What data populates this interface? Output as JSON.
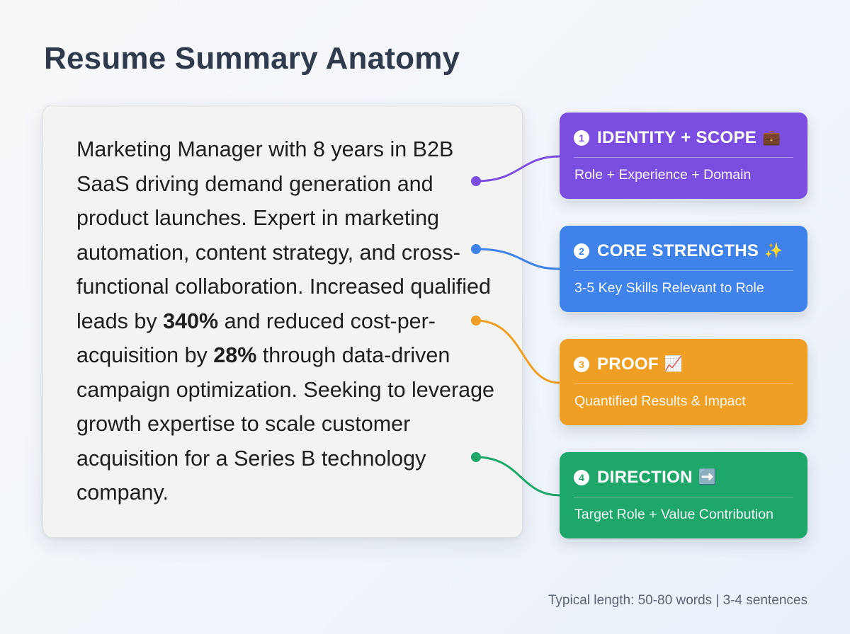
{
  "title": "Resume Summary Anatomy",
  "summary": {
    "parts": [
      {
        "text": "Marketing Manager with 8 years in B2B SaaS driving demand generation and product launches. Expert in marketing automation, content strategy, and cross-functional collaboration. Increased qualified leads by ",
        "bold": false
      },
      {
        "text": "340%",
        "bold": true
      },
      {
        "text": " and reduced cost-per-acquisition by ",
        "bold": false
      },
      {
        "text": "28%",
        "bold": true
      },
      {
        "text": " through data-driven campaign optimization. Seeking to leverage growth expertise to scale customer acquisition for a Series B technology company.",
        "bold": false
      }
    ]
  },
  "callouts": [
    {
      "number": "1",
      "title": "IDENTITY + SCOPE",
      "emoji": "💼",
      "subtitle": "Role + Experience + Domain",
      "color": "#7b4ee1"
    },
    {
      "number": "2",
      "title": "CORE STRENGTHS",
      "emoji": "✨",
      "subtitle": "3-5 Key Skills Relevant to Role",
      "color": "#3f82ea"
    },
    {
      "number": "3",
      "title": "PROOF",
      "emoji": "📈",
      "subtitle": "Quantified Results & Impact",
      "color": "#ee9f24"
    },
    {
      "number": "4",
      "title": "DIRECTION",
      "emoji": "➡️",
      "subtitle": "Target Role + Value Contribution",
      "color": "#1fa76b"
    }
  ],
  "footnote": "Typical length: 50-80 words | 3-4 sentences"
}
